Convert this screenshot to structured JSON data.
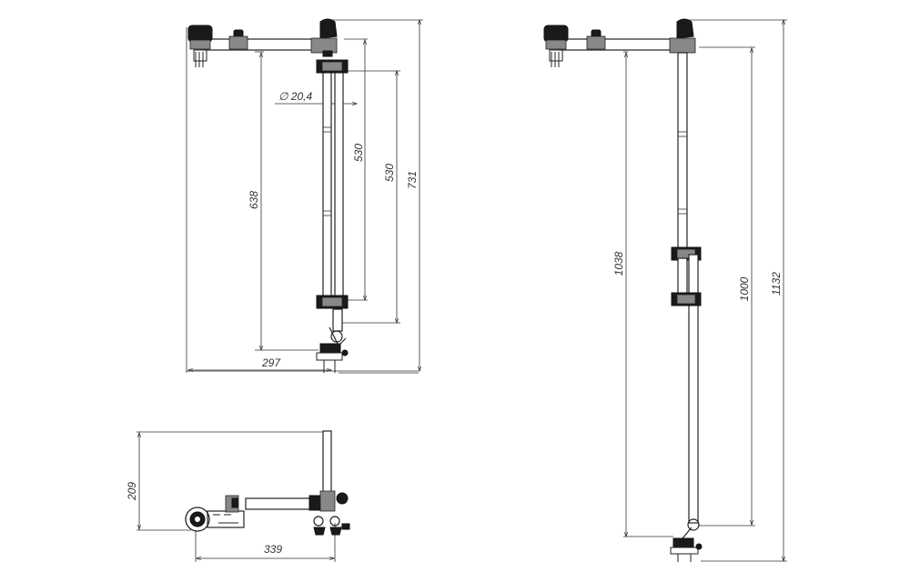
{
  "drawing": {
    "line_color": "#222222",
    "text_color": "#333333",
    "views": {
      "front": {
        "diameter_label": "∅ 20,4",
        "dims": {
          "height_638": "638",
          "length_530_inner": "530",
          "length_530_outer": "530",
          "height_731": "731",
          "width_297": "297"
        }
      },
      "top": {
        "dims": {
          "height_209": "209",
          "width_339": "339"
        }
      },
      "extended": {
        "dims": {
          "height_1038": "1038",
          "length_1000": "1000",
          "height_1132": "1132"
        }
      }
    }
  }
}
